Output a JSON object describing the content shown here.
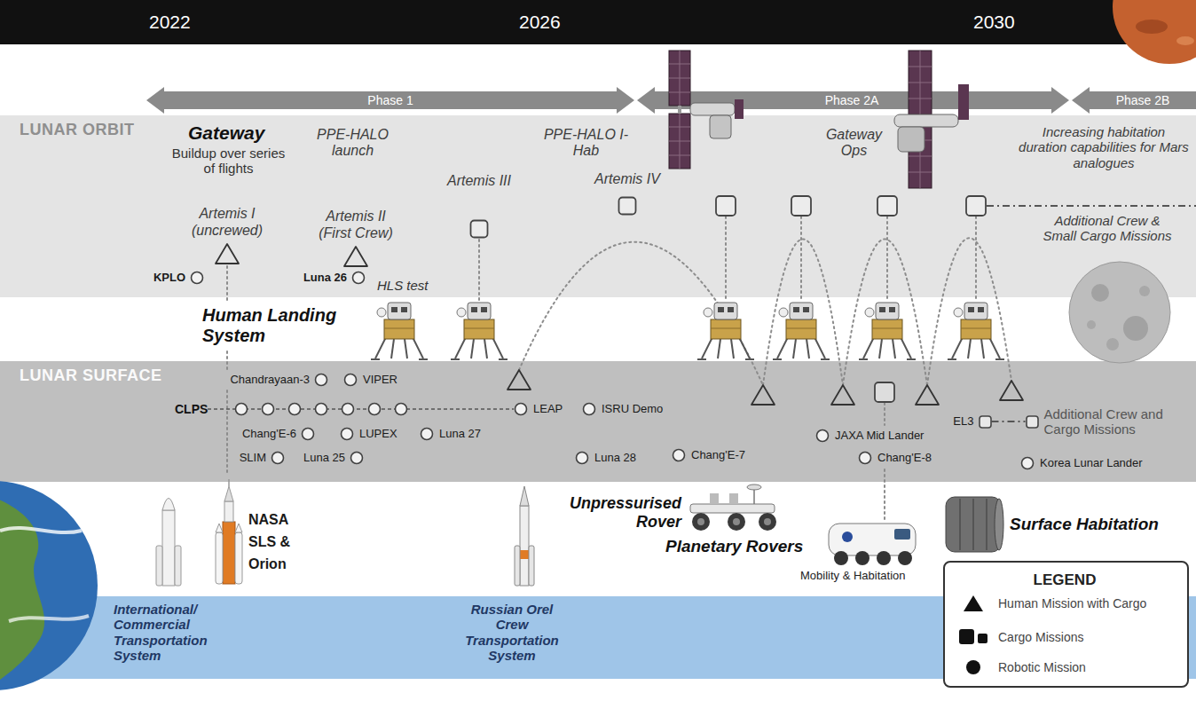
{
  "diagram": {
    "nodes": [
      {
        "text": [
          "LUNAR ORBIT"
        ]
      },
      {
        "text": [
          "LUNAR SURFACE"
        ]
      },
      {
        "text": [
          "Artemis I (uncrewed)"
        ],
        "in": 0
      },
      {
        "text": [
          "Artemis II (First Crew)"
        ],
        "in": 0
      },
      {
        "text": [
          "Artemis III"
        ],
        "in": 0
      },
      {
        "text": [
          "Artemis IV"
        ],
        "in": 0
      },
      {
        "text": [
          "KPLO"
        ],
        "in": 0
      },
      {
        "text": [
          "Luna 26"
        ],
        "in": 0
      },
      {
        "text": [
          "Chandrayaan-3"
        ],
        "in": 1
      },
      {
        "text": [
          "VIPER"
        ],
        "in": 1
      },
      {
        "text": [
          "Chang'E-6"
        ],
        "in": 1
      },
      {
        "text": [
          "LUPEX"
        ],
        "in": 1
      },
      {
        "text": [
          "SLIM"
        ],
        "in": 1
      },
      {
        "text": [
          "Luna 25"
        ],
        "in": 1
      },
      {
        "text": [
          "Luna 27"
        ],
        "in": 1
      },
      {
        "text": [
          "LEAP"
        ],
        "in": 1
      },
      {
        "text": [
          "ISRU Demo"
        ],
        "in": 1
      },
      {
        "text": [
          "Luna 28"
        ],
        "in": 1
      },
      {
        "text": [
          "Chang'E-7"
        ],
        "in": 1
      },
      {
        "text": [
          "JAXA Mid Lander"
        ],
        "in": 1
      },
      {
        "text": [
          "Chang'E-8"
        ],
        "in": 1
      },
      {
        "text": [
          "EL3"
        ],
        "in": 1
      },
      {
        "text": [
          "Additional Crew and Cargo Missions"
        ],
        "in": 1
      },
      {
        "text": [
          "Korea Lunar Lander"
        ],
        "in": 1
      }
    ],
    "edges": [
      {
        "from": 21,
        "to": 22,
        "arrow": "none"
      }
    ],
    "labels": [
      "2022",
      "2026",
      "2030",
      "Phase 1",
      "Phase 2A",
      "Phase 2B",
      "Gateway",
      "Buildup over series of flights",
      "PPE-HALO launch",
      "PPE-HALO I-Hab",
      "Gateway Ops",
      "Increasing habitation duration capabilities for Mars analogues",
      "Additional Crew & Small Cargo Missions",
      "HLS test",
      "Human Landing System",
      "CLPS",
      "NASA SLS & Orion",
      "International/ Commercial Transportation System",
      "Russian Orel Crew Transportation System",
      "Unpressurised Rover",
      "Planetary Rovers",
      "Mobility & Habitation",
      "Surface Habitation",
      "LEGEND"
    ],
    "legend": [
      {
        "text": "Human Mission with Cargo"
      },
      {
        "text": "Cargo Missions"
      },
      {
        "text": "Robotic Mission"
      }
    ]
  }
}
